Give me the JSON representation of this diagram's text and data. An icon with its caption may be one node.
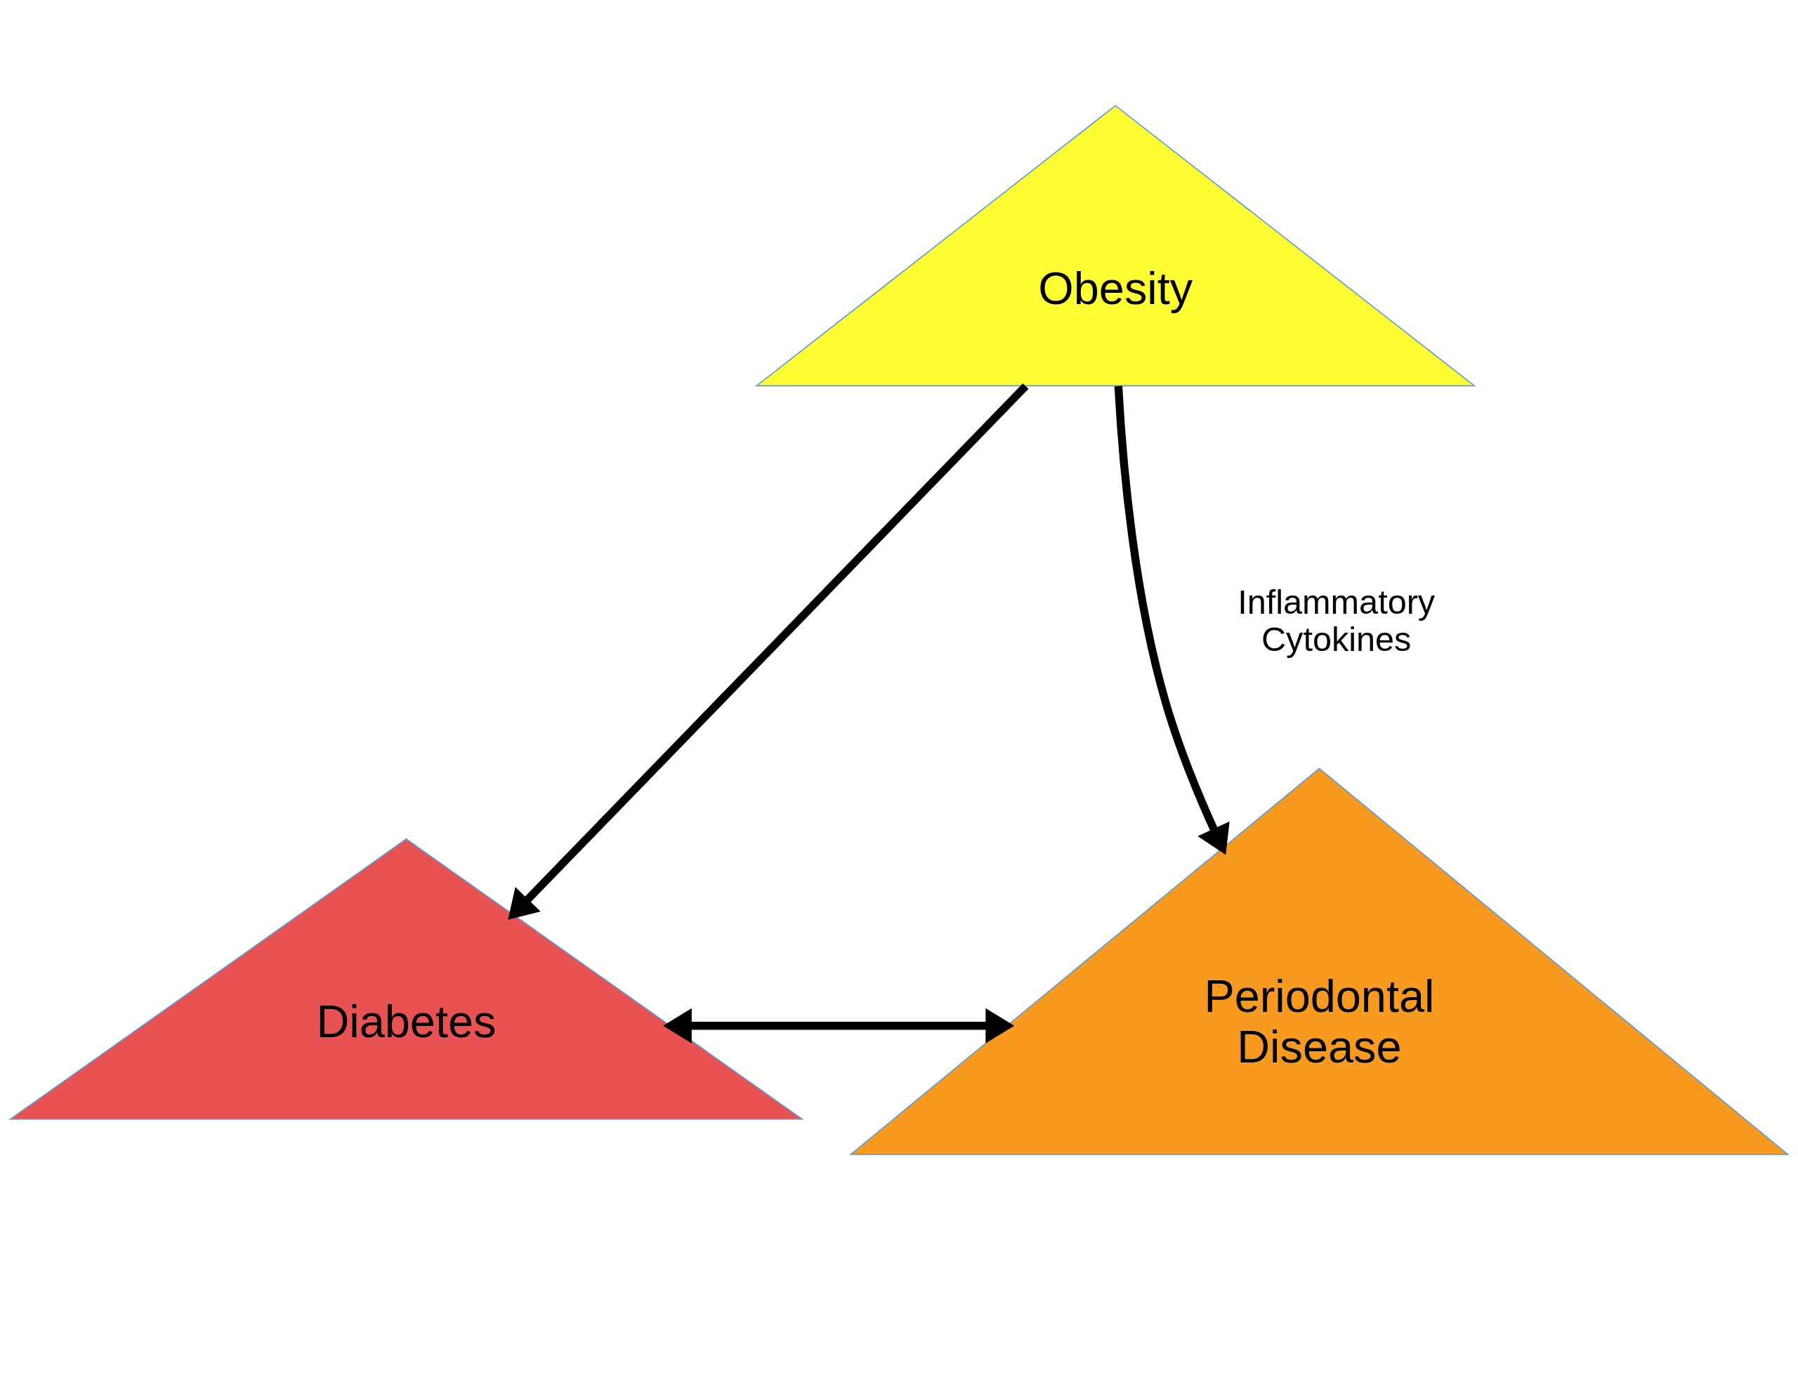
{
  "diagram": {
    "nodes": [
      {
        "text": [
          "Obesity"
        ]
      },
      {
        "text": [
          "Diabetes"
        ]
      },
      {
        "text": [
          "Periodontal Disease"
        ]
      }
    ],
    "edges": [
      {
        "from": 0,
        "to": 1,
        "arrow": "to"
      },
      {
        "from": 0,
        "to": 2,
        "arrow": "to"
      },
      {
        "from": 1,
        "to": 2,
        "arrow": "both"
      }
    ],
    "labels": [
      "Inflammatory Cytokines"
    ]
  }
}
